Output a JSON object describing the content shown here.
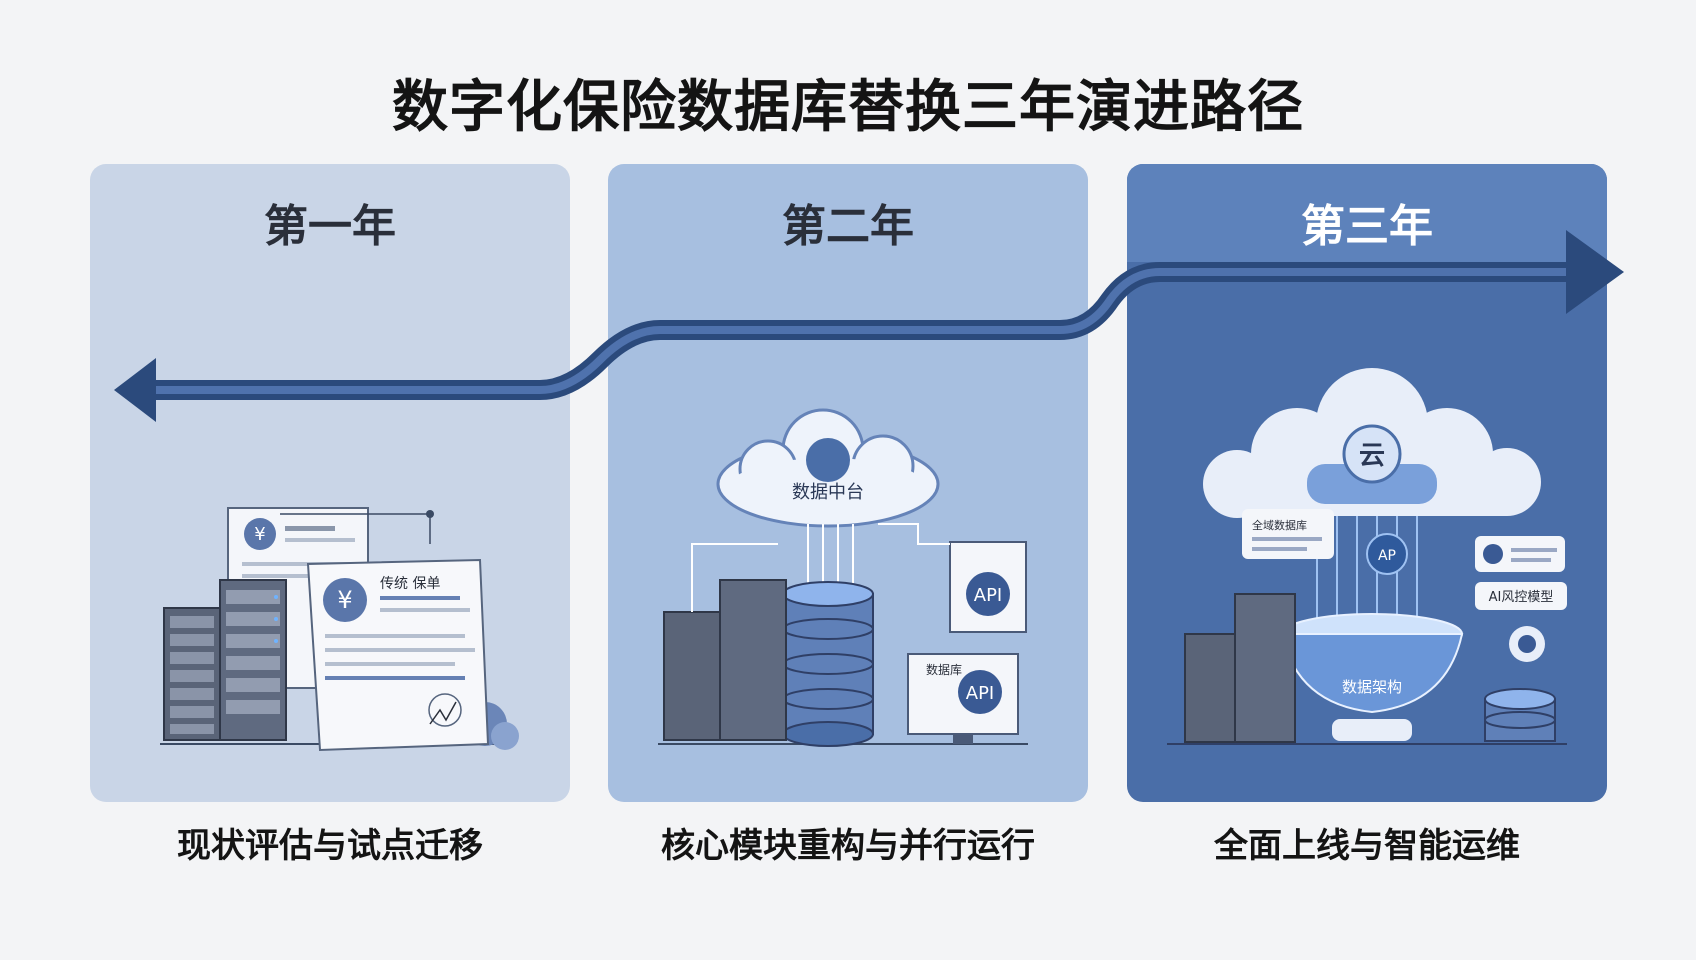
{
  "title": "数字化保险数据库替换三年演进路径",
  "stages": [
    {
      "year": "第一年",
      "caption": "现状评估与试点迁移",
      "doc_label": "传统 保单"
    },
    {
      "year": "第二年",
      "caption": "核心模块重构与并行运行",
      "cloud_label": "数据中台",
      "api_label": "API",
      "db_label": "数据库"
    },
    {
      "year": "第三年",
      "caption": "全面上线与智能运维",
      "cloud_label": "云",
      "db_label": "全域数据库",
      "ai_label": "AI风控模型",
      "bowl_label": "数据架构",
      "api_label": "AP"
    }
  ],
  "colors": {
    "arrow": "#2b4a7c",
    "panel1": "#c9d5e7",
    "panel2": "#a7bfe0",
    "panel3": "#4a6ea8"
  }
}
